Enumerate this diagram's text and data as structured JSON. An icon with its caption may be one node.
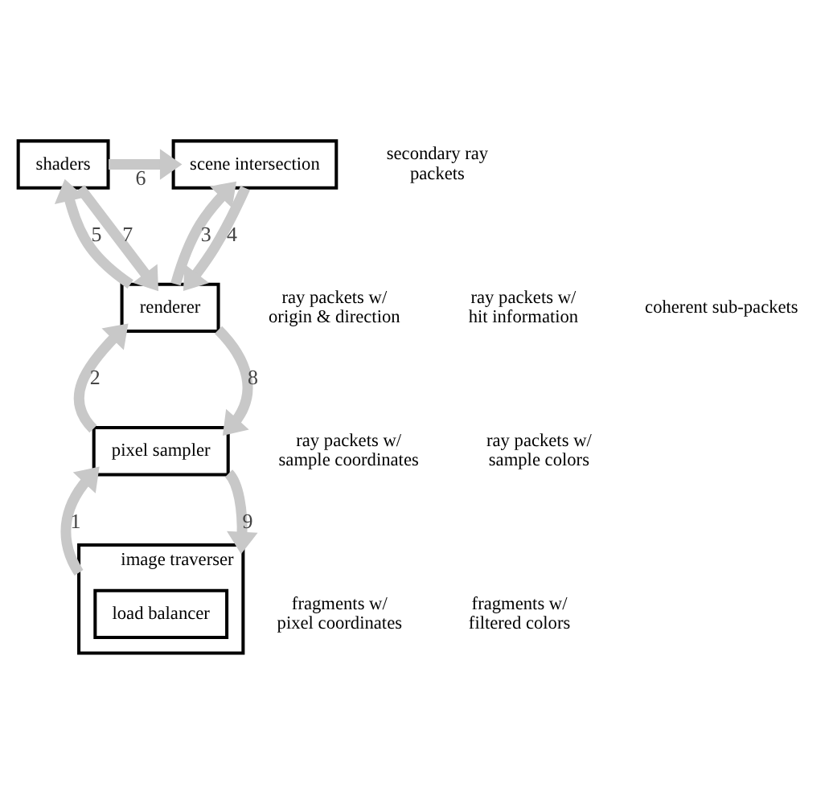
{
  "diagram": {
    "nodes": [
      {
        "text": [
          "scene intersection"
        ]
      },
      {
        "text": [
          "shaders"
        ]
      },
      {
        "text": [
          "renderer"
        ]
      },
      {
        "text": [
          "pixel sampler"
        ]
      },
      {
        "text": [
          "image traverser"
        ]
      },
      {
        "text": [
          "load balancer"
        ],
        "in": 4
      }
    ],
    "edges": [
      {
        "from": 4,
        "to": 3,
        "arrow": "to",
        "label": "1"
      },
      {
        "from": 3,
        "to": 2,
        "arrow": "to",
        "label": "2"
      },
      {
        "from": 2,
        "to": 0,
        "arrow": "to",
        "label": "3"
      },
      {
        "from": 0,
        "to": 2,
        "arrow": "to",
        "label": "4"
      },
      {
        "from": 2,
        "to": 1,
        "arrow": "to",
        "label": "5"
      },
      {
        "from": 1,
        "to": 0,
        "arrow": "to",
        "label": "6"
      },
      {
        "from": 1,
        "to": 2,
        "arrow": "to",
        "label": "7"
      },
      {
        "from": 2,
        "to": 3,
        "arrow": "to",
        "label": "8"
      },
      {
        "from": 3,
        "to": 4,
        "arrow": "to",
        "label": "9"
      }
    ],
    "labels": [
      "secondary ray packets",
      "ray packets w/ origin & direction",
      "ray packets w/ hit information",
      "coherent sub-packets",
      "ray packets w/ sample coordinates",
      "ray packets w/ sample colors",
      "fragments w/ pixel coordinates",
      "fragments w/ filtered colors"
    ]
  }
}
